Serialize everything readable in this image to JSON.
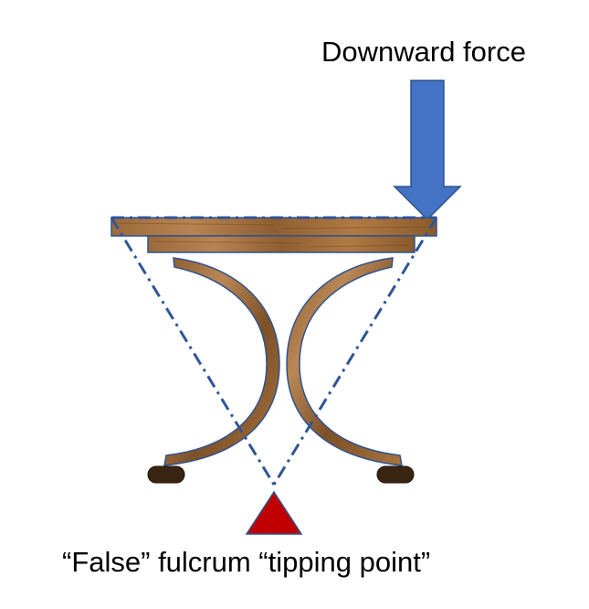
{
  "labels": {
    "force": "Downward force",
    "fulcrum": "“False” fulcrum “tipping point”"
  },
  "colors": {
    "background": "#ffffff",
    "force_arrow": "#4472c4",
    "force_arrow_outline": "#2f528f",
    "dash_lines": "#2f5597",
    "fulcrum": "#c00000",
    "fulcrum_outline": "#2f528f",
    "wood_light": "#b07a44",
    "wood_mid": "#8a5a2b",
    "wood_dark": "#5e3a18",
    "outline": "#2f528f",
    "feet": "#3a2512",
    "text": "#000000"
  },
  "elements": {
    "force_arrow_icon": "arrow-down",
    "fulcrum_icon": "triangle"
  }
}
